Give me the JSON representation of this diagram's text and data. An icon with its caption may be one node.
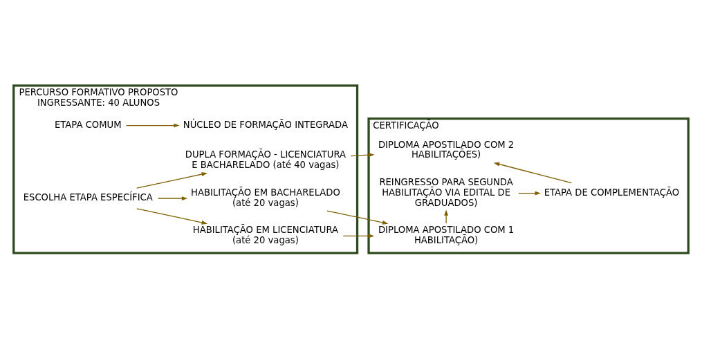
{
  "diagram": {
    "nodes": [
      {
        "text": [
          "PERCURSO FORMATIVO PROPOSTO",
          "INGRESSANTE: 40 ALUNOS"
        ]
      },
      {
        "text": [
          "ETAPA COMUM"
        ],
        "in": 0
      },
      {
        "text": [
          "NÚCLEO DE FORMAÇÃO INTEGRADA"
        ],
        "in": 0
      },
      {
        "text": [
          "ESCOLHA ETAPA ESPECÍFICA"
        ],
        "in": 0
      },
      {
        "text": [
          "DUPLA FORMAÇÃO - LICENCIATURA E BACHARELADO (até 40 vagas)"
        ],
        "in": 0
      },
      {
        "text": [
          "HABILITAÇÃO EM LICENCIATURA (até 20 vagas)"
        ],
        "in": 0
      },
      {
        "text": [
          "HABILITAÇÃO EM BACHARELADO (até 20 vagas)"
        ],
        "in": 0
      },
      {
        "text": [
          "CERTIFICAÇÃO"
        ]
      },
      {
        "text": [
          "DIPLOMA APOSTILADO COM 2 HABILITAÇÕES)"
        ],
        "in": 7
      },
      {
        "text": [
          "ETAPA DE COMPLEMENTAÇÃO"
        ],
        "in": 7
      },
      {
        "text": [
          "DIPLOMA APOSTILADO COM 1 HABILITAÇÃO)"
        ],
        "in": 7
      },
      {
        "text": [
          "REINGRESSO PARA SEGUNDA HABILITAÇÃO VIA EDITAL DE GRADUADOS)"
        ],
        "in": 7
      }
    ],
    "edges": [
      {
        "from": 1,
        "to": 2,
        "arrow": "to"
      },
      {
        "from": 3,
        "to": 4,
        "arrow": "to"
      },
      {
        "from": 3,
        "to": 5,
        "arrow": "to"
      },
      {
        "from": 3,
        "to": 6,
        "arrow": "to"
      },
      {
        "from": 4,
        "to": 8,
        "arrow": "to"
      },
      {
        "from": 5,
        "to": 10,
        "arrow": "to"
      },
      {
        "from": 6,
        "to": 10,
        "arrow": "to"
      },
      {
        "from": 9,
        "to": 8,
        "arrow": "to"
      },
      {
        "from": 10,
        "to": 11,
        "arrow": "to"
      },
      {
        "from": 11,
        "to": 9,
        "arrow": "to"
      }
    ]
  }
}
